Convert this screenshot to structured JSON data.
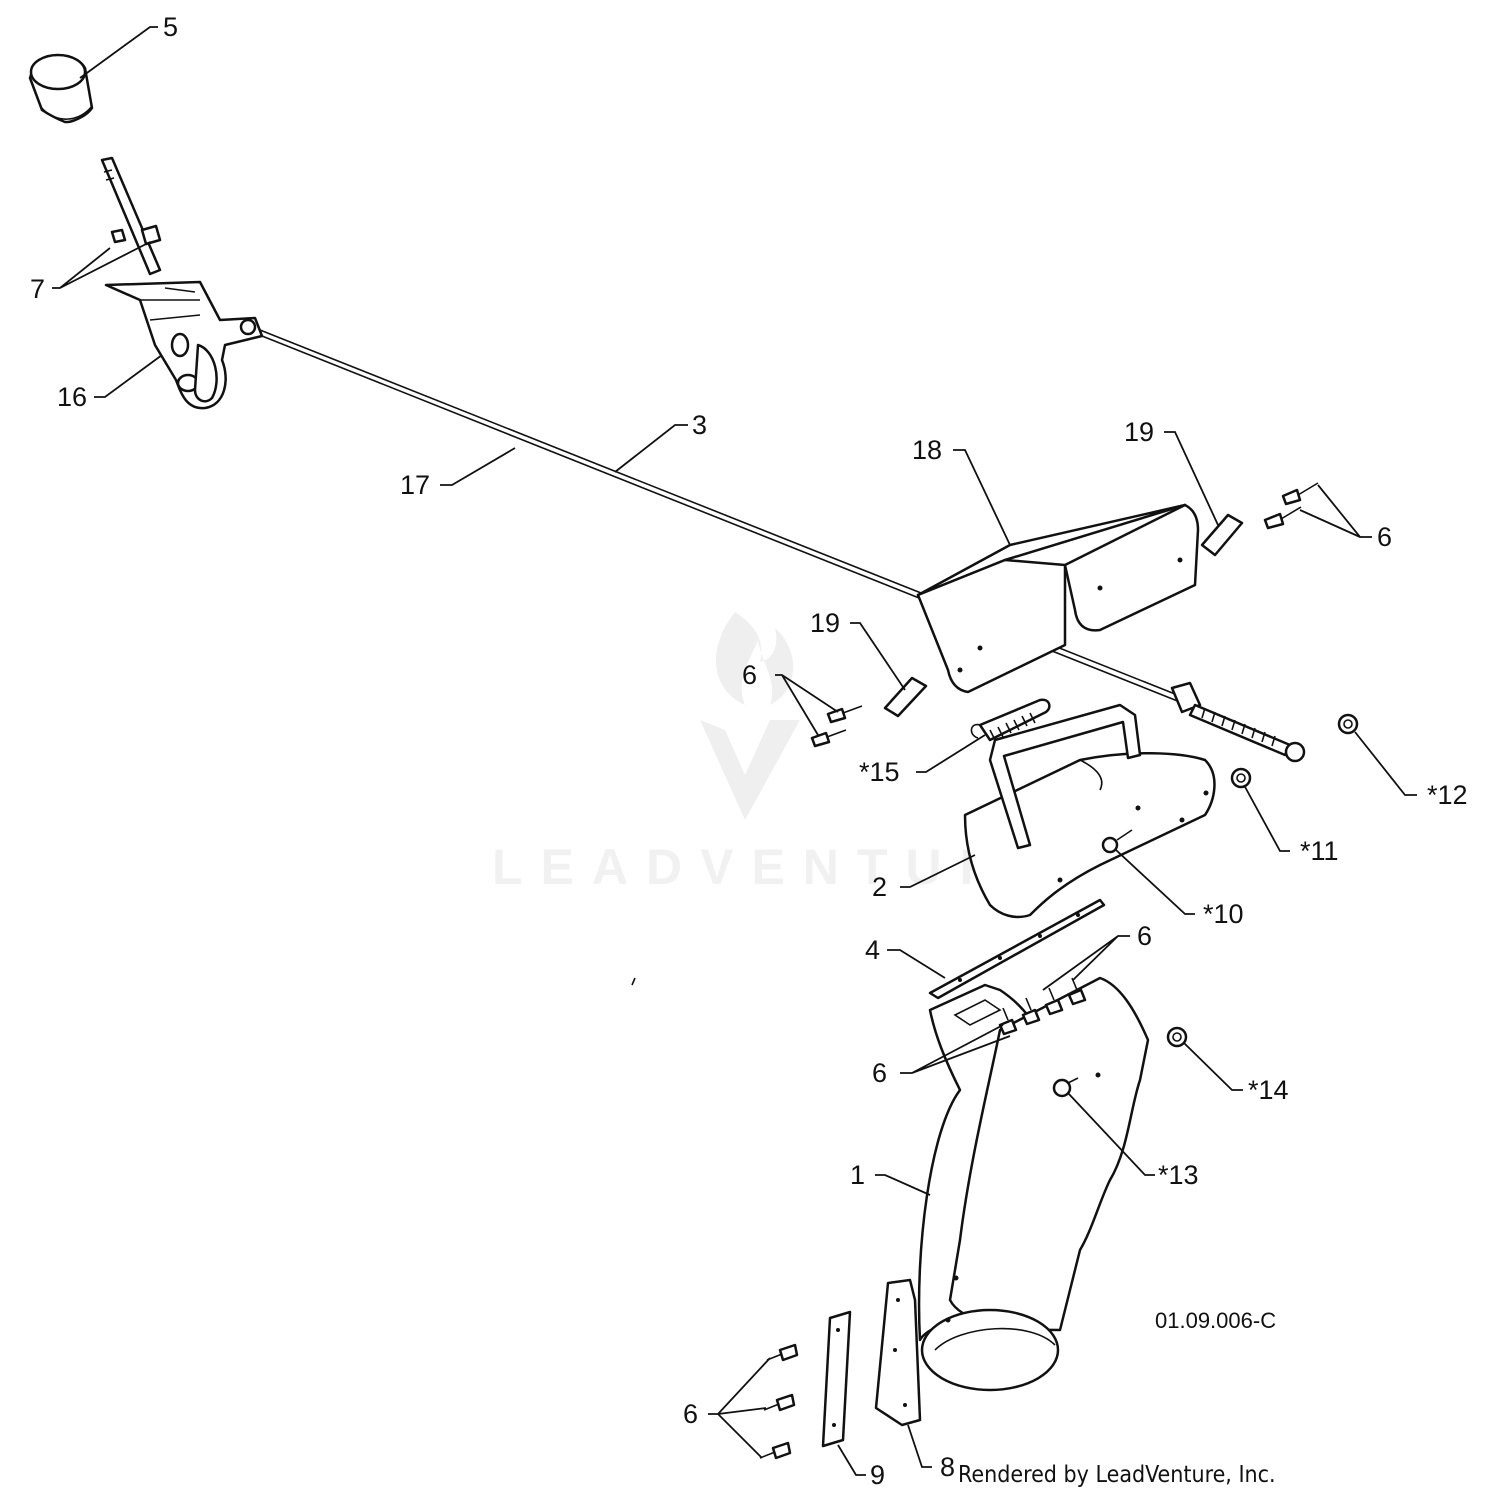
{
  "diagram": {
    "drawing_number": "01.09.006-C",
    "credit": "Rendered by LeadVenture, Inc.",
    "watermark": "LEADVENTURE",
    "callouts": [
      "5",
      "7",
      "16",
      "17",
      "3",
      "18",
      "19",
      "19",
      "6",
      "6",
      "*15",
      "*12",
      "*11",
      "2",
      "*10",
      "4",
      "6",
      "6",
      "*14",
      "*13",
      "1",
      "6",
      "9",
      "8"
    ]
  }
}
